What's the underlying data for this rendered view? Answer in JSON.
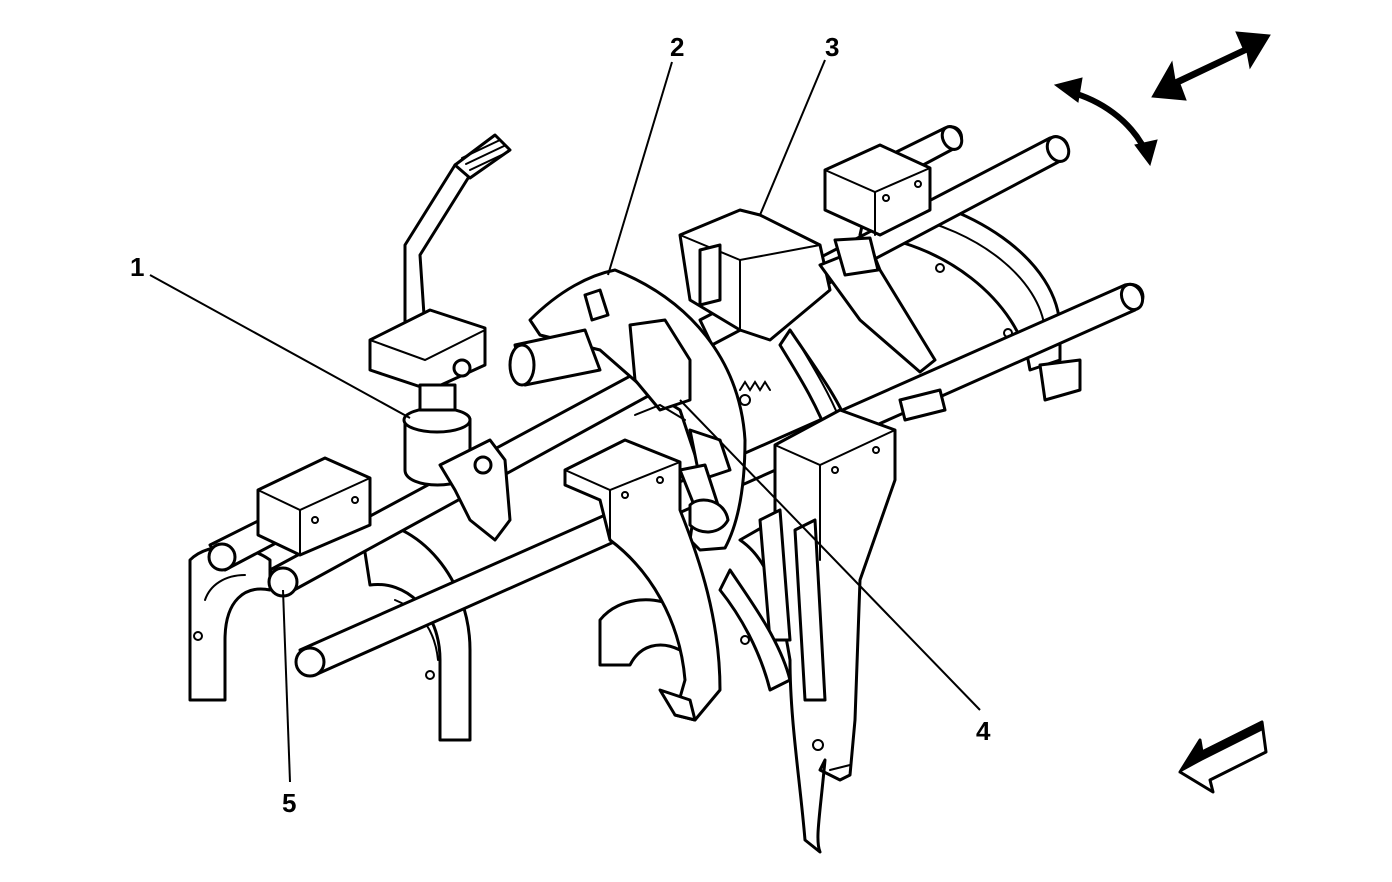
{
  "callouts": [
    {
      "id": "1",
      "label": "1"
    },
    {
      "id": "2",
      "label": "2"
    },
    {
      "id": "3",
      "label": "3"
    },
    {
      "id": "4",
      "label": "4"
    },
    {
      "id": "5",
      "label": "5"
    }
  ],
  "icons": {
    "bidirectional_arrow": "double-headed-arrow-icon",
    "rotation_arrow": "curved-double-arrow-icon",
    "direction_arrow": "front-direction-arrow-icon"
  },
  "colors": {
    "line": "#000000",
    "background": "#ffffff"
  }
}
